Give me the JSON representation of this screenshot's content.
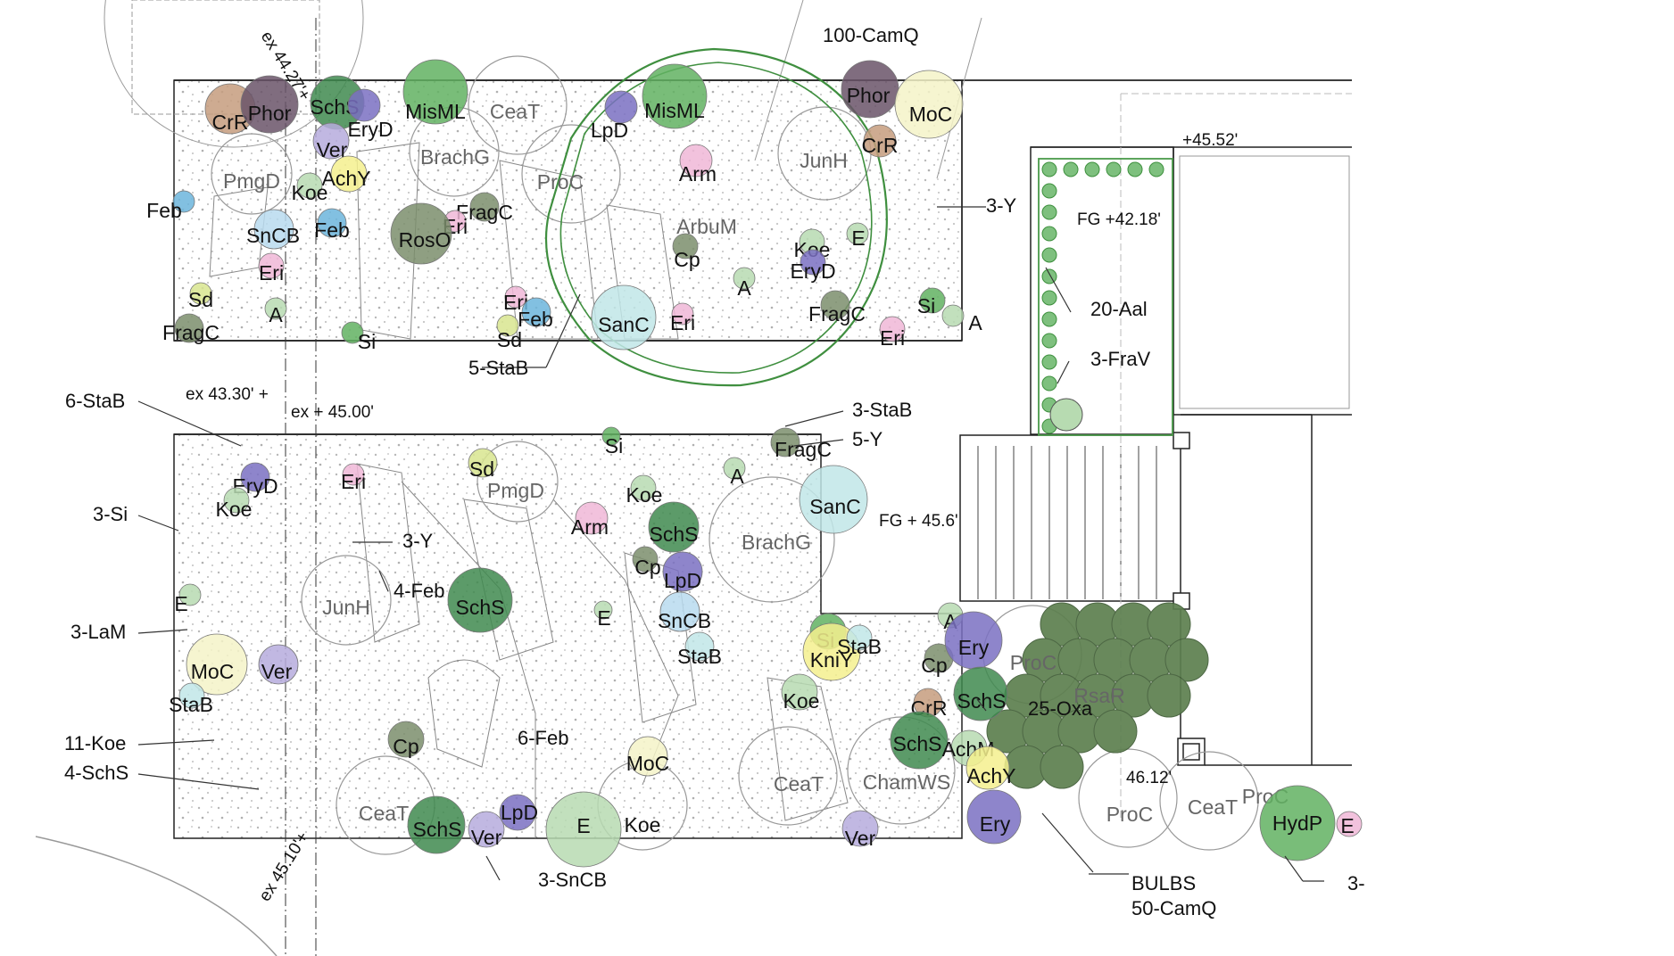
{
  "plan": {
    "callouts": {
      "camq_100": "100-CamQ",
      "y3_top": "3-Y",
      "aal_20": "20-Aal",
      "frav_3": "3-FraV",
      "stab_5": "5-StaB",
      "stab_6": "6-StaB",
      "stab_3": "3-StaB",
      "y5": "5-Y",
      "si_3": "3-Si",
      "y3_mid": "3-Y",
      "feb_4": "4-Feb",
      "lam_3": "3-LaM",
      "koe_11": "11-Koe",
      "schs_4": "4-SchS",
      "feb_6": "6-Feb",
      "sncb_3": "3-SnCB",
      "oxa_25": "25-Oxa",
      "bulbs": "BULBS",
      "camq_50": "50-CamQ",
      "cut_3": "3-"
    },
    "elevations": {
      "ex_4427": "ex 44.27'+",
      "plus_4552": "+45.52'",
      "fg_4218": "FG  +42.18'",
      "ex_4330": "ex 43.30' +",
      "ex_4500": "ex + 45.00'",
      "fg_456": "FG + 45.6'",
      "e_4612": "46.12'",
      "ex_4510": "ex 45.10'+"
    },
    "colors": {
      "dark_green": "#3f8a4f",
      "mid_green": "#62b162",
      "light_green": "#b7dbb1",
      "olive": "#7b8e6c",
      "purple": "#7a70c2",
      "light_purple": "#b6acdd",
      "pink": "#f0b7d7",
      "blue": "#6cb5dc",
      "light_blue": "#b9dbee",
      "yellow": "#f4f08e",
      "pale_yellow": "#f5f3c8",
      "tan": "#c59c7e",
      "plum": "#6a5368",
      "light_teal": "#c1e6e8",
      "yellow_green": "#d8e58f"
    },
    "plants": [
      {
        "label": "CrR",
        "color": "tan"
      },
      {
        "label": "Phor",
        "color": "plum"
      },
      {
        "label": "SchS",
        "color": "dark_green"
      },
      {
        "label": "EryD",
        "color": "purple"
      },
      {
        "label": "Ver",
        "color": "light_purple"
      },
      {
        "label": "AchY",
        "color": "yellow"
      },
      {
        "label": "PmgD",
        "color": "none"
      },
      {
        "label": "Koe",
        "color": "light_green"
      },
      {
        "label": "Feb",
        "color": "blue"
      },
      {
        "label": "SnCB",
        "color": "light_blue"
      },
      {
        "label": "Feb",
        "color": "blue"
      },
      {
        "label": "Eri",
        "color": "pink"
      },
      {
        "label": "Sd",
        "color": "yellow_green"
      },
      {
        "label": "A",
        "color": "light_green"
      },
      {
        "label": "FragC",
        "color": "olive"
      },
      {
        "label": "Si",
        "color": "mid_green"
      },
      {
        "label": "MisML",
        "color": "mid_green"
      },
      {
        "label": "CeaT",
        "color": "none"
      },
      {
        "label": "BrachG",
        "color": "none"
      },
      {
        "label": "FragC",
        "color": "olive"
      },
      {
        "label": "Eri",
        "color": "pink"
      },
      {
        "label": "RosO",
        "color": "olive"
      },
      {
        "label": "ProC",
        "color": "none"
      },
      {
        "label": "Eri",
        "color": "pink"
      },
      {
        "label": "Feb",
        "color": "blue"
      },
      {
        "label": "Sd",
        "color": "yellow_green"
      },
      {
        "label": "SanC",
        "color": "light_teal"
      },
      {
        "label": "LpD",
        "color": "purple"
      },
      {
        "label": "MisML",
        "color": "mid_green"
      },
      {
        "label": "Arm",
        "color": "pink"
      },
      {
        "label": "ArbuM",
        "color": "olive"
      },
      {
        "label": "Cp",
        "color": "olive"
      },
      {
        "label": "A",
        "color": "light_green"
      },
      {
        "label": "Eri",
        "color": "pink"
      },
      {
        "label": "Koe",
        "color": "light_green"
      },
      {
        "label": "EryD",
        "color": "purple"
      },
      {
        "label": "FragC",
        "color": "olive"
      },
      {
        "label": "E",
        "color": "light_green"
      },
      {
        "label": "JunH",
        "color": "none"
      },
      {
        "label": "Phor",
        "color": "plum"
      },
      {
        "label": "MoC",
        "color": "pale_yellow"
      },
      {
        "label": "CrR",
        "color": "tan"
      },
      {
        "label": "Si",
        "color": "mid_green"
      },
      {
        "label": "A",
        "color": "light_green"
      },
      {
        "label": "Eri",
        "color": "pink"
      },
      {
        "label": "EryD",
        "color": "purple"
      },
      {
        "label": "Koe",
        "color": "light_green"
      },
      {
        "label": "Eri",
        "color": "pink"
      },
      {
        "label": "E",
        "color": "light_green"
      },
      {
        "label": "JunH",
        "color": "none"
      },
      {
        "label": "MoC",
        "color": "pale_yellow"
      },
      {
        "label": "Ver",
        "color": "light_purple"
      },
      {
        "label": "StaB",
        "color": "light_teal"
      },
      {
        "label": "Sd",
        "color": "yellow_green"
      },
      {
        "label": "PmgD",
        "color": "none"
      },
      {
        "label": "Si",
        "color": "mid_green"
      },
      {
        "label": "Koe",
        "color": "light_green"
      },
      {
        "label": "Arm",
        "color": "pink"
      },
      {
        "label": "SchS",
        "color": "dark_green"
      },
      {
        "label": "Cp",
        "color": "olive"
      },
      {
        "label": "LpD",
        "color": "purple"
      },
      {
        "label": "SnCB",
        "color": "light_blue"
      },
      {
        "label": "StaB",
        "color": "light_teal"
      },
      {
        "label": "E",
        "color": "light_green"
      },
      {
        "label": "SchS",
        "color": "dark_green"
      },
      {
        "label": "FragC",
        "color": "olive"
      },
      {
        "label": "A",
        "color": "light_green"
      },
      {
        "label": "SanC",
        "color": "light_teal"
      },
      {
        "label": "BrachG",
        "color": "none"
      },
      {
        "label": "Si",
        "color": "mid_green"
      },
      {
        "label": "KniY",
        "color": "yellow"
      },
      {
        "label": "StaB",
        "color": "light_teal"
      },
      {
        "label": "Koe",
        "color": "light_green"
      },
      {
        "label": "A",
        "color": "light_green"
      },
      {
        "label": "Cp",
        "color": "olive"
      },
      {
        "label": "Ery",
        "color": "purple"
      },
      {
        "label": "ProC",
        "color": "none"
      },
      {
        "label": "RsaR",
        "color": "olive"
      },
      {
        "label": "CrR",
        "color": "tan"
      },
      {
        "label": "SchS",
        "color": "dark_green"
      },
      {
        "label": "SchS",
        "color": "dark_green"
      },
      {
        "label": "AchM",
        "color": "light_green"
      },
      {
        "label": "AchY",
        "color": "yellow"
      },
      {
        "label": "Ery",
        "color": "purple"
      },
      {
        "label": "ChamWS",
        "color": "none"
      },
      {
        "label": "CeaT",
        "color": "none"
      },
      {
        "label": "Ver",
        "color": "light_purple"
      },
      {
        "label": "Cp",
        "color": "olive"
      },
      {
        "label": "CeaT",
        "color": "none"
      },
      {
        "label": "SchS",
        "color": "dark_green"
      },
      {
        "label": "Ver",
        "color": "light_purple"
      },
      {
        "label": "LpD",
        "color": "purple"
      },
      {
        "label": "E",
        "color": "light_green"
      },
      {
        "label": "MoC",
        "color": "pale_yellow"
      },
      {
        "label": "Koe",
        "color": "light_green"
      },
      {
        "label": "ProC",
        "color": "none"
      },
      {
        "label": "CeaT",
        "color": "none"
      },
      {
        "label": "ProC",
        "color": "none"
      },
      {
        "label": "HydP",
        "color": "mid_green"
      },
      {
        "label": "E",
        "color": "pink"
      }
    ]
  }
}
